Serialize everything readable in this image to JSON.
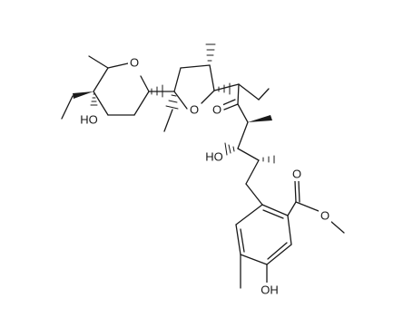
{
  "molecule": {
    "atom_labels": {
      "ring_oxygen_oxane": "O",
      "ring_oxygen_oxolane": "O",
      "ketone_oxygen": "O",
      "tertiary_hydroxyl": "HO",
      "secondary_hydroxyl": "HO",
      "ester_carbonyl_oxygen": "O",
      "ester_ether_oxygen": "O",
      "phenol_hydroxyl": "OH"
    }
  }
}
